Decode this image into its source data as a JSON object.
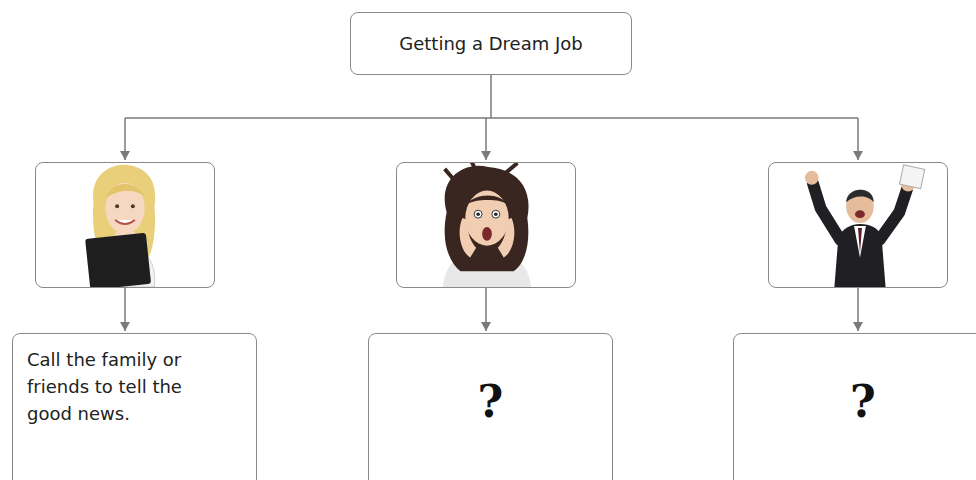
{
  "diagram": {
    "title": "Getting a Dream Job",
    "nodes": [
      {
        "text": [
          "Call the family or friends to tell the good news."
        ]
      },
      {
        "text": [
          "?"
        ]
      },
      {
        "text": [
          "?"
        ]
      }
    ]
  }
}
